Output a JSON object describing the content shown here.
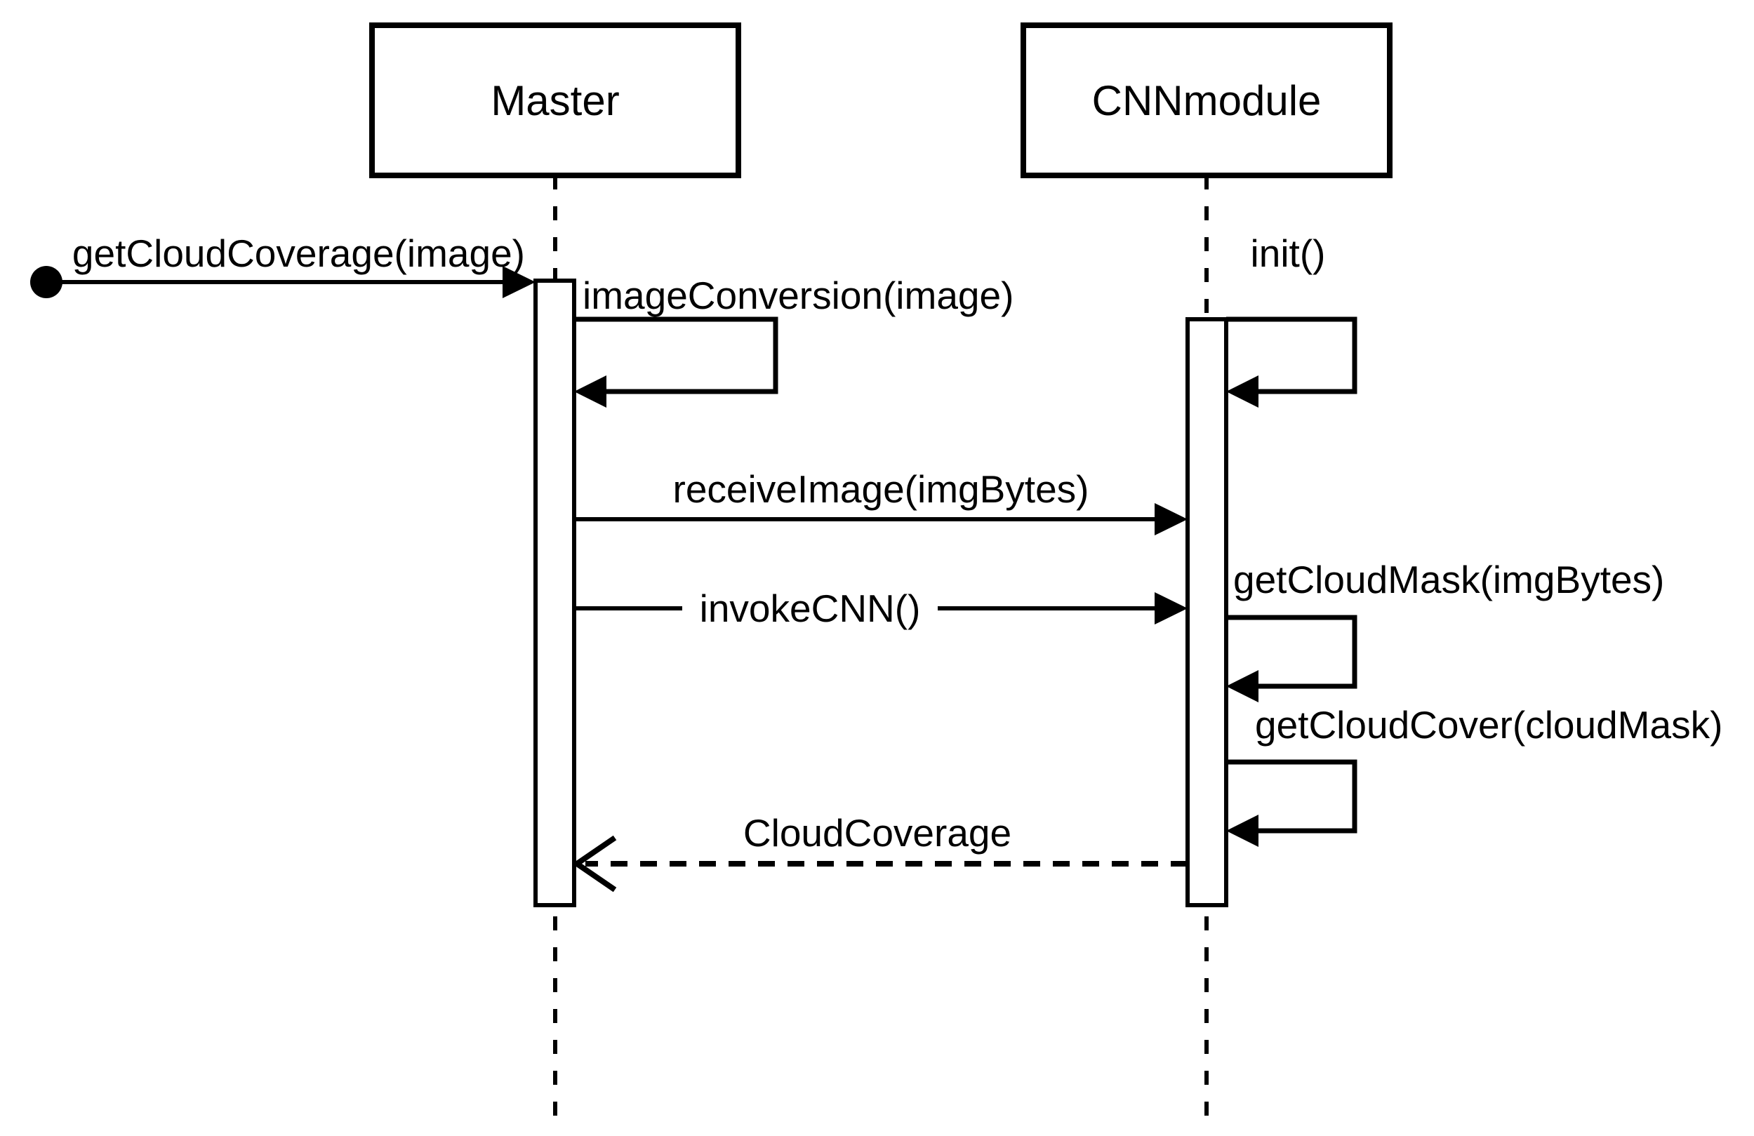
{
  "diagram_type": "uml-sequence-diagram",
  "colors": {
    "foreground": "#000000",
    "background": "#ffffff"
  },
  "participants": {
    "master": {
      "label": "Master"
    },
    "cnnmodule": {
      "label": "CNNmodule"
    }
  },
  "messages": {
    "get_cloud_coverage": {
      "label": "getCloudCoverage(image)",
      "type": "sync",
      "from": "start-node",
      "to": "Master"
    },
    "image_conversion": {
      "label": "imageConversion(image)",
      "type": "self-call",
      "on": "Master"
    },
    "init": {
      "label": "init()",
      "type": "self-call",
      "on": "CNNmodule"
    },
    "receive_image": {
      "label": "receiveImage(imgBytes)",
      "type": "sync",
      "from": "Master",
      "to": "CNNmodule"
    },
    "invoke_cnn": {
      "label": "invokeCNN()",
      "type": "sync",
      "from": "Master",
      "to": "CNNmodule"
    },
    "get_cloud_mask": {
      "label": "getCloudMask(imgBytes)",
      "type": "self-call",
      "on": "CNNmodule"
    },
    "get_cloud_cover": {
      "label": "getCloudCover(cloudMask)",
      "type": "self-call",
      "on": "CNNmodule"
    },
    "cloud_coverage_return": {
      "label": "CloudCoverage",
      "type": "dashed-return",
      "from": "CNNmodule",
      "to": "Master"
    }
  }
}
